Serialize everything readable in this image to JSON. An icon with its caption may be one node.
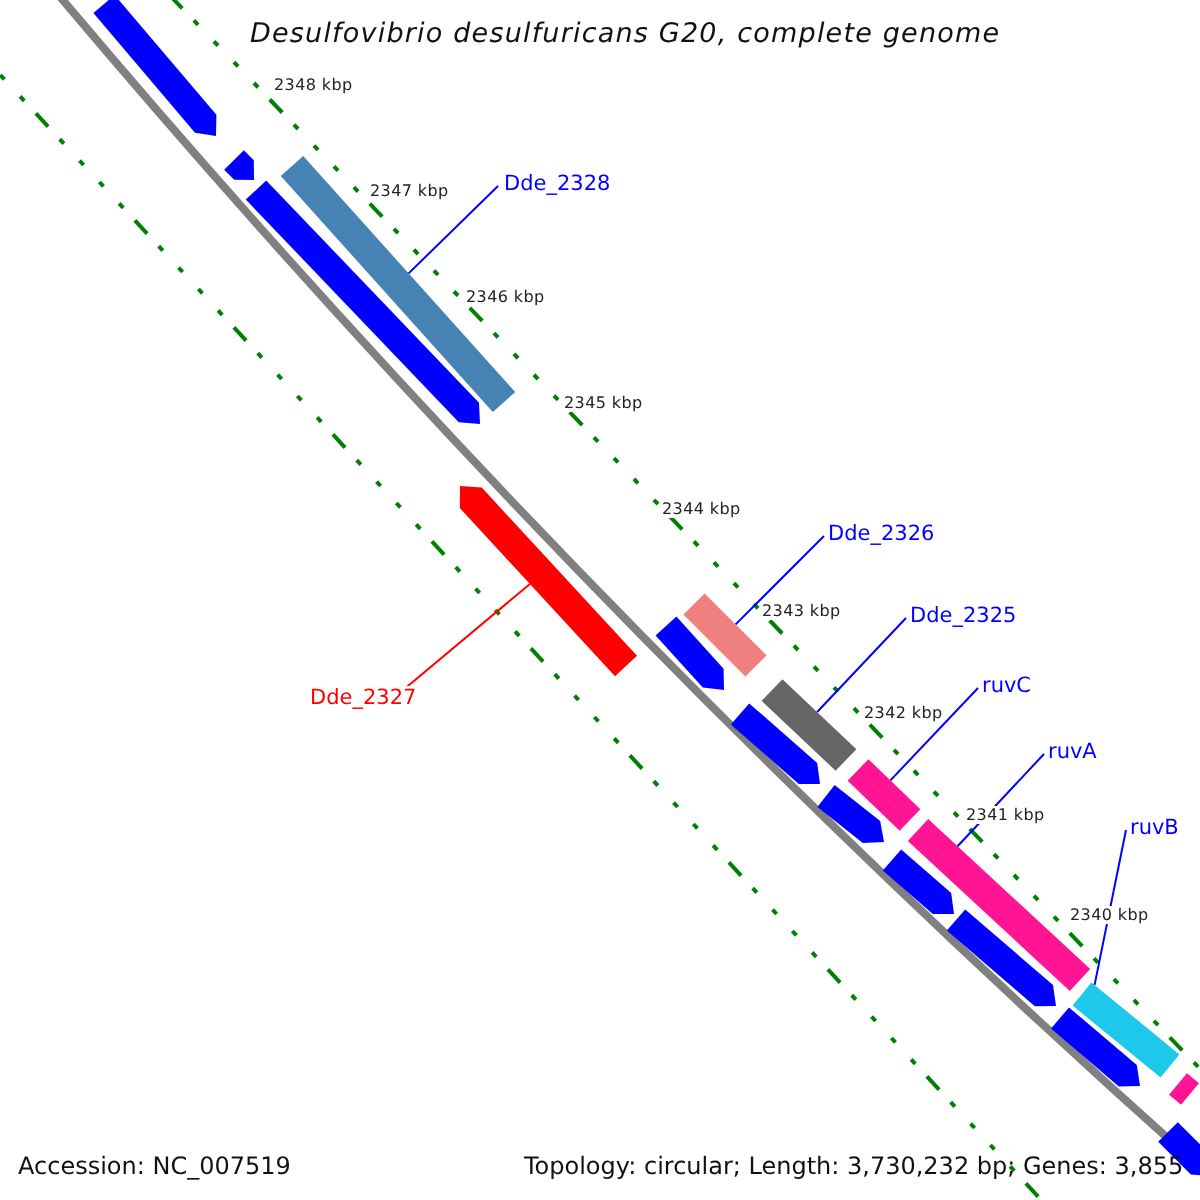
{
  "diagram": {
    "title": "Desulfovibrio desulfuricans G20, complete genome",
    "nodes": [
      {
        "text": [
          "Dde_2328"
        ]
      },
      {
        "text": [],
        "shape": "bar"
      },
      {
        "text": [
          "Dde_2327"
        ]
      },
      {
        "text": [],
        "shape": "arrow"
      },
      {
        "text": [
          "Dde_2326"
        ]
      },
      {
        "text": [],
        "shape": "bar"
      },
      {
        "text": [
          "Dde_2325"
        ]
      },
      {
        "text": [],
        "shape": "bar"
      },
      {
        "text": [
          "ruvC"
        ]
      },
      {
        "text": [],
        "shape": "bar"
      },
      {
        "text": [
          "ruvA"
        ]
      },
      {
        "text": [],
        "shape": "bar"
      },
      {
        "text": [
          "ruvB"
        ]
      },
      {
        "text": [],
        "shape": "bar"
      },
      {
        "text": [],
        "shape": "arrow"
      },
      {
        "text": [],
        "shape": "arrow"
      },
      {
        "text": [],
        "shape": "arrow"
      },
      {
        "text": [],
        "shape": "arrow"
      },
      {
        "text": [],
        "shape": "arrow"
      },
      {
        "text": [],
        "shape": "arrow"
      },
      {
        "text": [],
        "shape": "arrow"
      },
      {
        "text": [],
        "shape": "arrow"
      },
      {
        "text": [],
        "shape": "arrow"
      },
      {
        "text": [],
        "shape": "bar"
      },
      {
        "text": [],
        "shape": "arrow"
      }
    ],
    "edges": [
      {
        "from": 0,
        "to": 1,
        "arrow": "none"
      },
      {
        "from": 2,
        "to": 3,
        "arrow": "none",
        "color": "#ff0000"
      },
      {
        "from": 4,
        "to": 5,
        "arrow": "none"
      },
      {
        "from": 6,
        "to": 7,
        "arrow": "none"
      },
      {
        "from": 8,
        "to": 9,
        "arrow": "none"
      },
      {
        "from": 10,
        "to": 11,
        "arrow": "none"
      },
      {
        "from": 12,
        "to": 13,
        "arrow": "none"
      }
    ],
    "labels": [
      "2348 kbp",
      "2347 kbp",
      "2346 kbp",
      "2345 kbp",
      "2344 kbp",
      "2343 kbp",
      "2342 kbp",
      "2341 kbp",
      "2340 kbp",
      "Accession: NC_007519",
      "Topology: circular; Length: 3,730,232 bp; Genes: 3,855"
    ]
  }
}
